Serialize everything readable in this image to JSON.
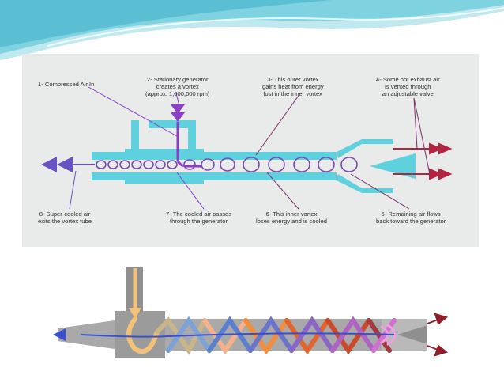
{
  "diagram": {
    "labels": {
      "step1": "1- Compressed Air In",
      "step2_line1": "2- Stationary generator",
      "step2_line2": "creates a vortex",
      "step2_line3": "(approx. 1,000,000 rpm)",
      "step3_line1": "3- This outer vortex",
      "step3_line2": "gains heat from energy",
      "step3_line3": "lost in the inner vortex",
      "step4_line1": "4- Some hot exhaust air",
      "step4_line2": "is vented through",
      "step4_line3": "an adjustable valve",
      "step8_line1": "8- Super-cooled air",
      "step8_line2": "exits the vortex tube",
      "step7_line1": "7- The cooled air passes",
      "step7_line2": "through the generator",
      "step6_line1": "6- This inner vortex",
      "step6_line2": "loses energy and is cooled",
      "step5_line1": "5- Remaining air flows",
      "step5_line2": "back toward the generator"
    },
    "colors": {
      "tube": "#5fd0de",
      "inlet_arrow": "#8a3fc6",
      "cold_arrow": "#6a52c4",
      "hot_arrow": "#b3243f",
      "leader": "#7b2f6a",
      "banner": "#6ec6d6"
    }
  }
}
